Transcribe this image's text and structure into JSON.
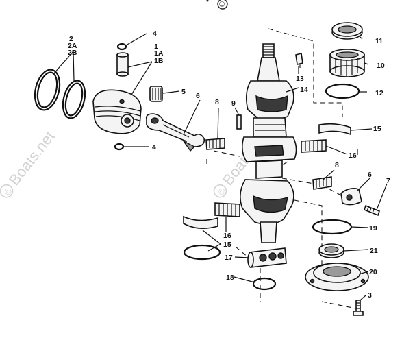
{
  "watermark": {
    "text": "Boats.net",
    "symbol": "©"
  },
  "copyright_mark": "©",
  "callouts": {
    "c_2": "2",
    "c_2a": "2A",
    "c_2b": "2B",
    "c_4_top": "4",
    "c_4_bottom": "4",
    "c_1": "1",
    "c_1a": "1A",
    "c_1b": "1B",
    "c_5": "5",
    "c_6_rod": "6",
    "c_6_cap": "6",
    "c_8_left": "8",
    "c_8_right": "8",
    "c_9": "9",
    "c_13": "13",
    "c_14": "14",
    "c_11": "11",
    "c_10": "10",
    "c_12": "12",
    "c_15_right": "15",
    "c_15_left": "15",
    "c_16_right": "16",
    "c_16_left": "16",
    "c_7": "7",
    "c_19": "19",
    "c_21": "21",
    "c_20": "20",
    "c_17": "17",
    "c_18": "18",
    "c_3": "3"
  },
  "icons": [
    "piston",
    "piston-rings",
    "wrist-pin",
    "retaining-clip",
    "needle-bearing",
    "connecting-rod",
    "crankshaft",
    "bearing-race",
    "ball-bearing",
    "seal",
    "bolt"
  ]
}
